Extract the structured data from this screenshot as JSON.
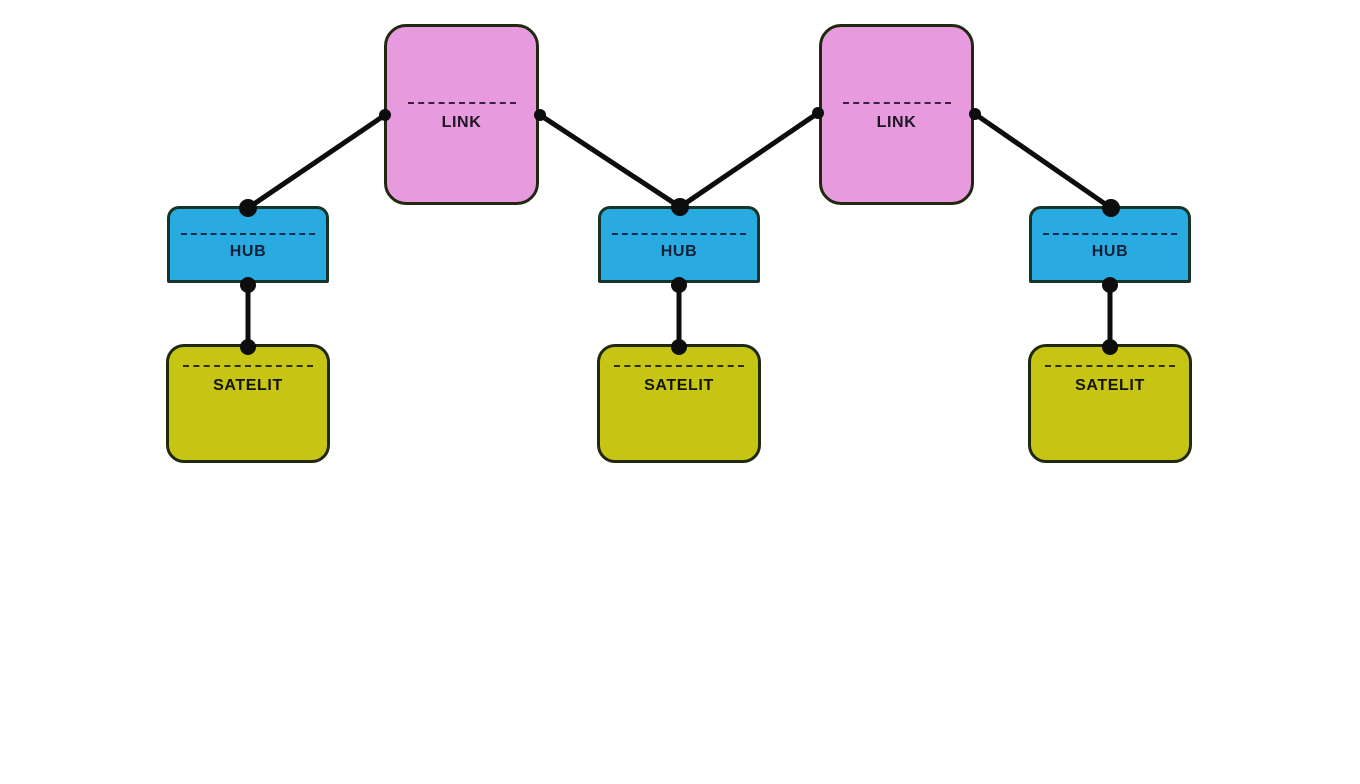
{
  "diagram": {
    "type": "data-vault-model",
    "nodes": {
      "link": {
        "label": "LINK",
        "fill": "#e79ade",
        "border": "#20290f",
        "text_color": "#1c1524"
      },
      "hub": {
        "label": "HUB",
        "fill": "#29abe2",
        "border": "#173527",
        "text_color": "#102038"
      },
      "satellite": {
        "label": "SATELIT",
        "fill": "#c6c513",
        "border": "#20290f",
        "text_color": "#141403"
      }
    },
    "connectors": {
      "color": "#0d0d0d"
    }
  }
}
